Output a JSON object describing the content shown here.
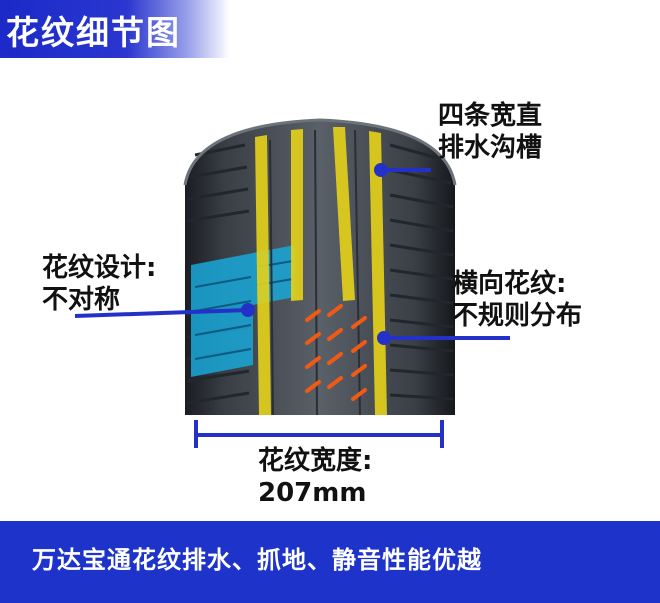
{
  "header": {
    "title": "花纹细节图"
  },
  "labels": {
    "grooves": {
      "line1": "四条宽直",
      "line2": "排水沟槽"
    },
    "asym": {
      "line1": "花纹设计:",
      "line2": "不对称"
    },
    "lateral": {
      "line1": "横向花纹:",
      "line2": "不规则分布"
    },
    "width": {
      "line1": "花纹宽度:",
      "line2": "207mm"
    }
  },
  "footer": {
    "text": "万达宝通花纹排水、抓地、静音性能优越"
  },
  "colors": {
    "brand_blue": "#1d33c9",
    "groove_yellow": "#e6d21a",
    "highlight_cyan": "#19a8d8",
    "lateral_orange": "#f05a14",
    "pointer_blue": "#2431c9"
  }
}
